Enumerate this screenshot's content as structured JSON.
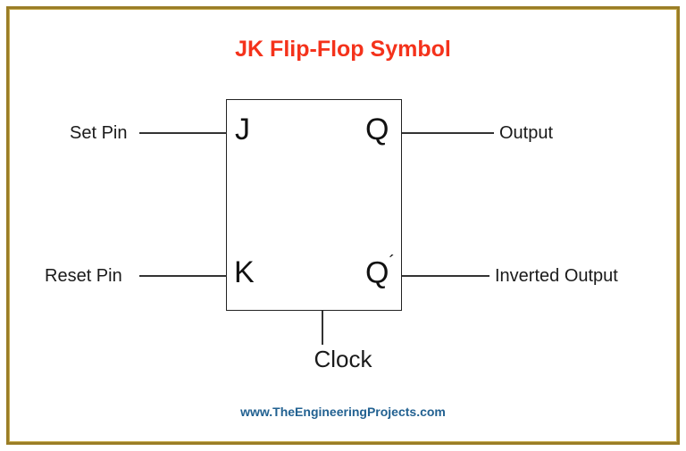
{
  "diagram": {
    "title": "JK Flip-Flop Symbol",
    "title_color": "#f4321b",
    "background_color": "#ffffff",
    "frame_color": "#9a7d26",
    "line_color": "#333333",
    "type": "logic-symbol",
    "body": {
      "shape": "rectangle",
      "stroke_color": "#222222",
      "fill_color": "#ffffff"
    },
    "pins": {
      "j": "J",
      "k": "K",
      "q": "Q",
      "q_bar": "Q",
      "q_bar_prime": "´"
    },
    "labels": {
      "set_pin": "Set Pin",
      "reset_pin": "Reset Pin",
      "output": "Output",
      "inverted_output": "Inverted Output",
      "clock": "Clock"
    }
  },
  "footer": {
    "credit": "www.TheEngineeringProjects.com",
    "credit_color": "#226191"
  }
}
